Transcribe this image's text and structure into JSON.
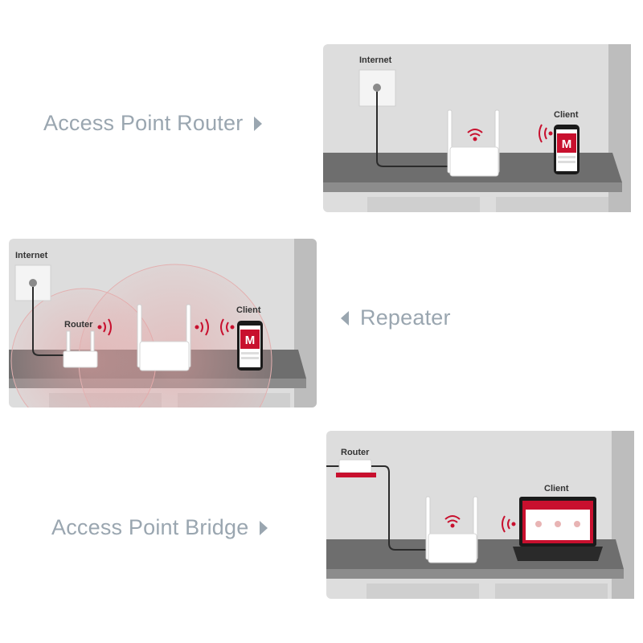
{
  "modes": [
    {
      "title": "Access Point Router",
      "labels": {
        "internet": "Internet",
        "client": "Client"
      }
    },
    {
      "title": "Repeater",
      "labels": {
        "internet": "Internet",
        "router": "Router",
        "client": "Client"
      }
    },
    {
      "title": "Access Point Bridge",
      "labels": {
        "router": "Router",
        "client": "Client"
      }
    }
  ],
  "client_app_letter": "M",
  "colors": {
    "accent": "#c8102e",
    "label_gray": "#9aa6b0",
    "wall": "#dcdcdc",
    "counter": "#6d6d6d"
  }
}
